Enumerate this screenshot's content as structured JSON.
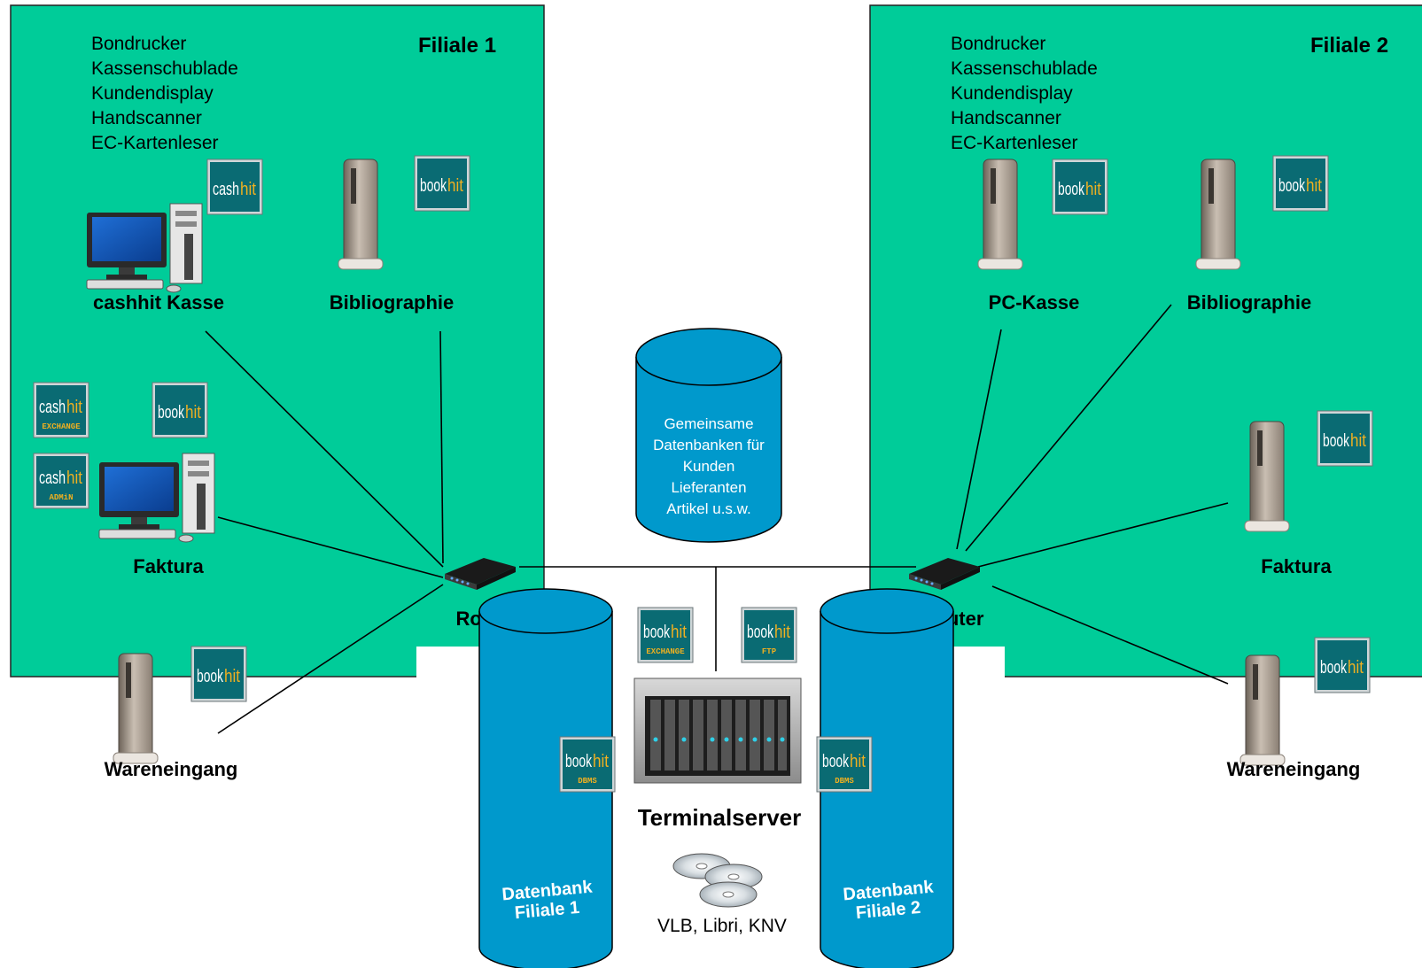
{
  "branch1": {
    "title": "Filiale 1",
    "peripherals": [
      "Bondrucker",
      "Kassenschublade",
      "Kundendisplay",
      "Handscanner",
      "EC-Kartenleser"
    ],
    "labels": {
      "kasse": "cashhit Kasse",
      "biblio": "Bibliographie",
      "faktura": "Faktura",
      "wareneingang": "Wareneingang",
      "router": "Router"
    }
  },
  "branch2": {
    "title": "Filiale 2",
    "peripherals": [
      "Bondrucker",
      "Kassenschublade",
      "Kundendisplay",
      "Handscanner",
      "EC-Kartenleser"
    ],
    "labels": {
      "kasse": "PC-Kasse",
      "biblio": "Bibliographie",
      "faktura": "Faktura",
      "wareneingang": "Wareneingang",
      "router": "Router"
    }
  },
  "central": {
    "shared_db_lines": [
      "Gemeinsame",
      "Datenbanken für",
      "Kunden",
      "Lieferanten",
      "Artikel u.s.w."
    ],
    "server_label": "Terminalserver",
    "db1_lines": [
      "Datenbank",
      "Filiale 1"
    ],
    "db2_lines": [
      "Datenbank",
      "Filiale 2"
    ],
    "cd_label": "VLB, Libri, KNV"
  },
  "logos": {
    "cashhit": [
      "cash",
      "hit"
    ],
    "bookhit": [
      "book",
      "hit"
    ],
    "sub": {
      "exchange": "EXCHANGE",
      "admin": "ADMiN",
      "ftp": "FTP",
      "dbms": "DBMS"
    }
  },
  "colors": {
    "branch_bg": "#00cc99",
    "db_fill": "#0099cc",
    "logo_bg": "#0a6b73",
    "logo_accent": "#f0b020"
  }
}
